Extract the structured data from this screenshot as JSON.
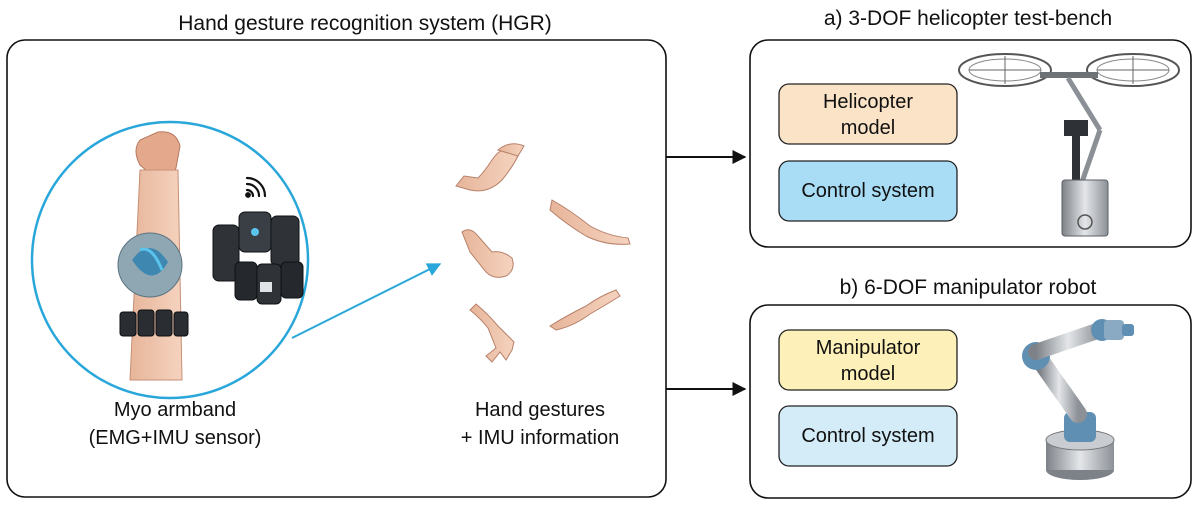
{
  "hgr": {
    "title": "Hand gesture recognition system (HGR)",
    "armband_line1": "Myo armband",
    "armband_line2": "(EMG+IMU sensor)",
    "gestures_line1": "Hand gestures",
    "gestures_line2": "+ IMU information",
    "illustrations": [
      "forearm-with-armband",
      "myo-armband-device",
      "wireless-signal-icon",
      "hand-gesture-poses"
    ]
  },
  "helicopter": {
    "title": "a) 3-DOF helicopter test-bench",
    "model_line1": "Helicopter",
    "model_line2": "model",
    "control": "Control system",
    "illustration": "helicopter-test-bench"
  },
  "manipulator": {
    "title": "b) 6-DOF manipulator robot",
    "model_line1": "Manipulator",
    "model_line2": "model",
    "control": "Control system",
    "illustration": "robot-arm"
  },
  "colors": {
    "helicopter_model_fill": "#fbe3c8",
    "helicopter_control_fill": "#a9dcf5",
    "manipulator_model_fill": "#fdf0b8",
    "manipulator_control_fill": "#d3ecf8",
    "circle_stroke": "#2aa7da"
  }
}
